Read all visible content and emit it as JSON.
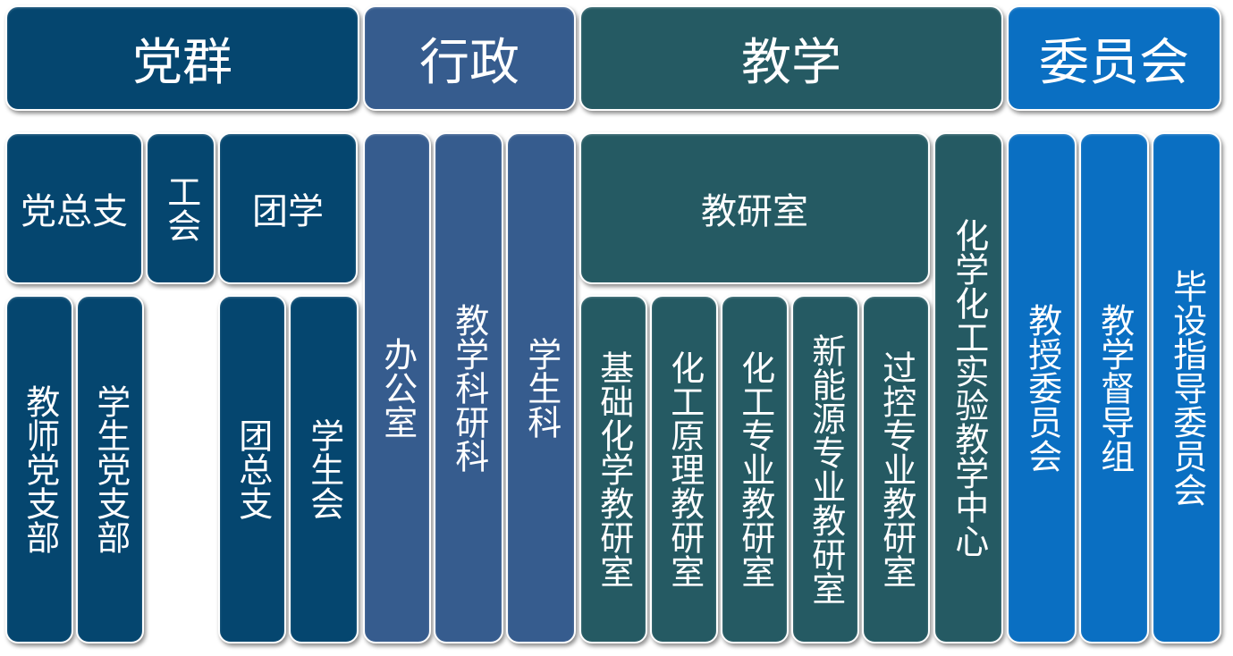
{
  "headers": {
    "party": "党群",
    "admin": "行政",
    "teaching": "教学",
    "committee": "委员会"
  },
  "party": {
    "general_branch": "党总支",
    "union": "工会",
    "youth": "团学",
    "teacher_branch": "教师党支部",
    "student_branch": "学生党支部",
    "league_branch": "团总支",
    "student_union": "学生会"
  },
  "admin": {
    "office": "办公室",
    "research_office": "教学科研科",
    "student_office": "学生科"
  },
  "teaching": {
    "section": "教研室",
    "basic_chem": "基础化学教研室",
    "chem_principles": "化工原理教研室",
    "chem_major": "化工专业教研室",
    "new_energy": "新能源专业教研室",
    "process_control": "过控专业教研室",
    "lab_center": "化学化工实验教学中心"
  },
  "committee": {
    "professors": "教授委员会",
    "supervision": "教学督导组",
    "graduation": "毕设指导委员会"
  }
}
